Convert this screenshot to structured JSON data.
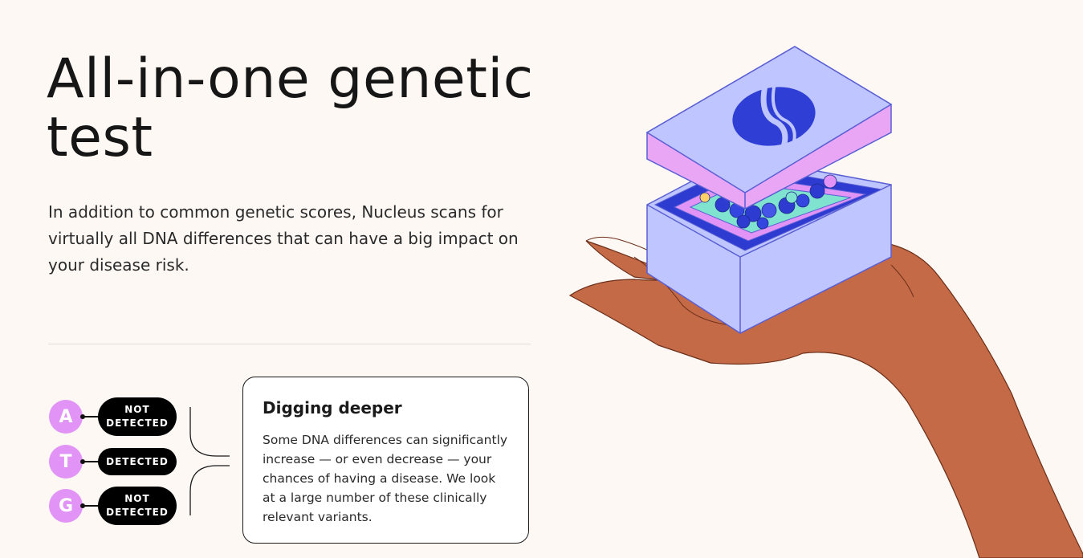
{
  "hero": {
    "title": "All-in-one genetic test",
    "description": "In addition to common genetic scores, Nucleus scans for virtually all DNA differences that can have a big impact on your disease risk."
  },
  "bases": [
    {
      "letter": "A",
      "status": "NOT\nDETECTED",
      "detected": false
    },
    {
      "letter": "T",
      "status": "DETECTED",
      "detected": true
    },
    {
      "letter": "G",
      "status": "NOT\nDETECTED",
      "detected": false
    }
  ],
  "card": {
    "title": "Digging deeper",
    "body": "Some DNA differences can significantly increase — or even decrease — your chances of having a disease. We look at a large number of these clinically relevant variants."
  },
  "illustration": {
    "icons": [
      "nucleus-logo-icon",
      "dna-kit-box-icon",
      "hand-icon"
    ],
    "colors": {
      "box": "#bfc6ff",
      "outline": "#5a5fd4",
      "logo": "#2f3fd6",
      "lid_edge": "#e9a6f5",
      "interior": "#2d3bd1",
      "skin": "#c46a47",
      "accent_pink": "#e294f6",
      "teal": "#7fe3d0"
    }
  }
}
